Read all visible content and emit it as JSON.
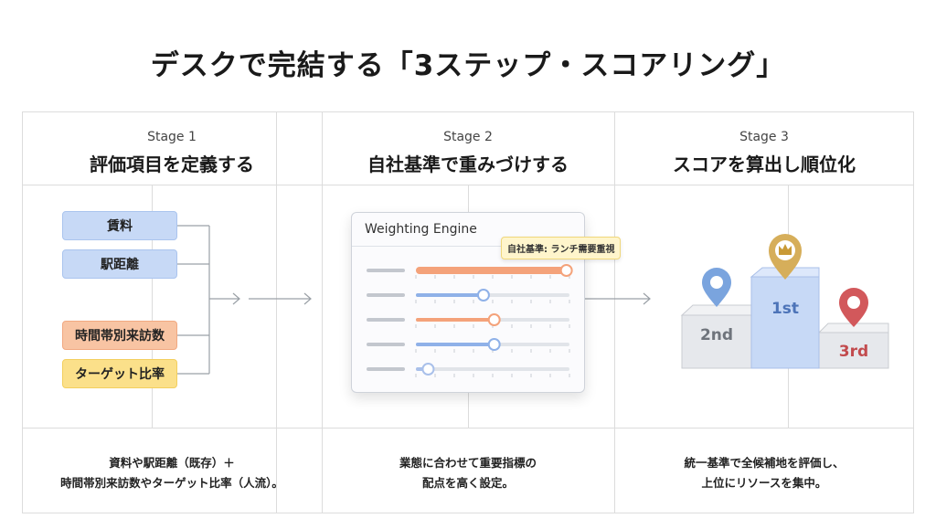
{
  "title": "デスクで完結する「3ステップ・スコアリング」",
  "stages": [
    {
      "label": "Stage 1",
      "title": "評価項目を定義する",
      "items": [
        "賃料",
        "駅距離",
        "時間帯別来訪数",
        "ターゲット比率"
      ],
      "desc_lines": [
        "資料や駅距離（既存）＋",
        "時間帯別来訪数やターゲット比率（人流）。"
      ]
    },
    {
      "label": "Stage 2",
      "title": "自社基準で重みづけする",
      "engine_title": "Weighting Engine",
      "tag": "自社基準: ランチ需要重視",
      "weights": [
        0.98,
        0.44,
        0.51,
        0.51,
        0.08
      ],
      "weight_colors": [
        "#f4a27a",
        "#8fb1e8",
        "#f4a27a",
        "#8fb1e8",
        "#a9c0ea"
      ],
      "desc_lines": [
        "業態に合わせて重要指標の",
        "配点を高く設定。"
      ]
    },
    {
      "label": "Stage 3",
      "title": "スコアを算出し順位化",
      "podium": [
        "2nd",
        "1st",
        "3rd"
      ],
      "desc_lines": [
        "統一基準で全候補地を評価し、",
        "上位にリソースを集中。"
      ]
    }
  ],
  "colors": {
    "blue": "#c7d9f6",
    "orange": "#f8c4a3",
    "yellow": "#fbe08a",
    "first": "#c7d9f6",
    "second": "#e6e8ec",
    "third": "#e6e8ec",
    "pin_blue": "#7aa4de",
    "pin_gold": "#d6ae5a",
    "pin_red": "#d2585b"
  }
}
